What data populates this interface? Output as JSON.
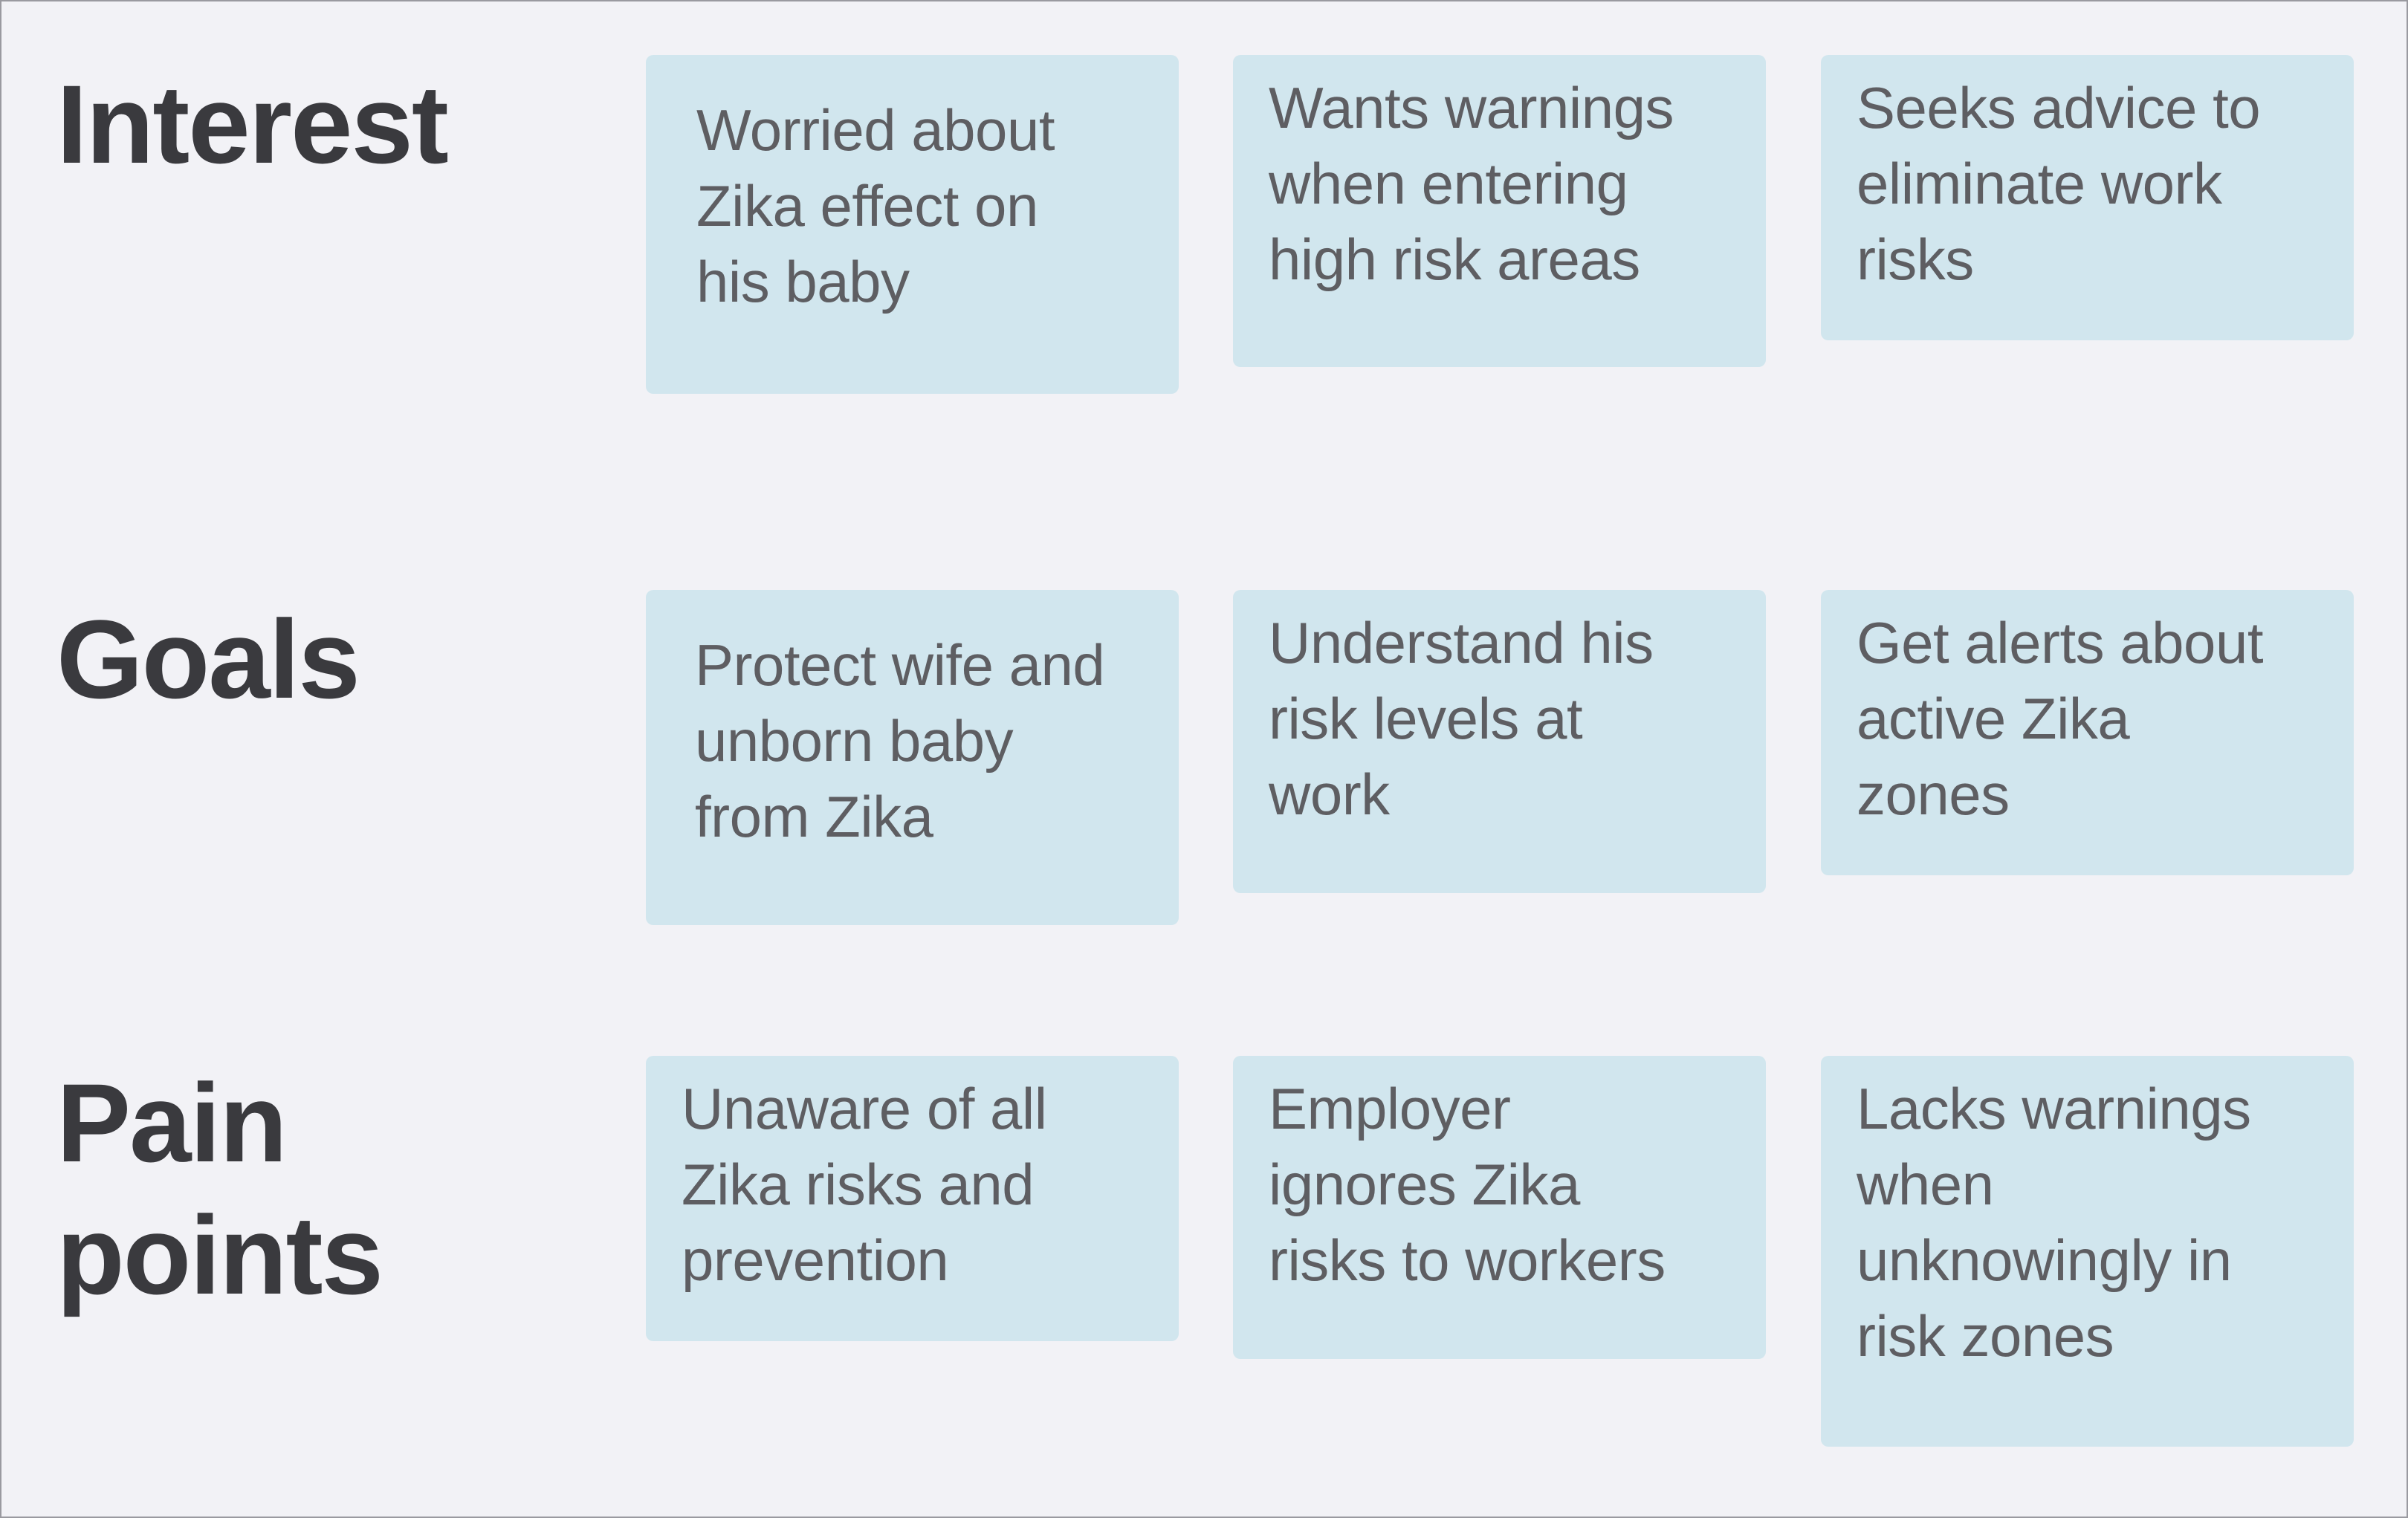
{
  "rows": [
    {
      "label": "Interest",
      "cards": [
        "Worried about\nZika effect on\nhis baby",
        "Wants warnings\nwhen entering\nhigh risk areas",
        "Seeks advice to\neliminate work\nrisks"
      ]
    },
    {
      "label": "Goals",
      "cards": [
        "Protect wife and\nunborn baby\nfrom Zika",
        "Understand his\nrisk levels at\nwork",
        "Get alerts about\nactive Zika\nzones"
      ]
    },
    {
      "label": "Pain\npoints",
      "cards": [
        "Unaware of all\nZika risks and\nprevention",
        "Employer\nignores Zika\nrisks to workers",
        "Lacks warnings\nwhen\nunknowingly in\nrisk zones"
      ]
    }
  ]
}
